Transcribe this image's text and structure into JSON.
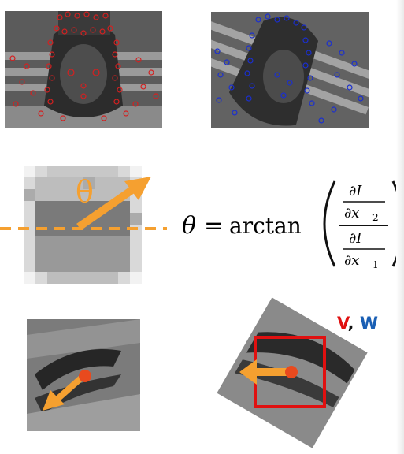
{
  "theta_symbol": "θ",
  "formula": {
    "lhs": "θ",
    "eq": "=",
    "func": "arctan",
    "num_top": "∂I",
    "num_bottom": "∂x",
    "num_sub": "2",
    "den_top": "∂I",
    "den_bottom": "∂x",
    "den_sub": "1"
  },
  "label_v": "V",
  "label_comma": ",",
  "label_w": "W",
  "colors": {
    "red_keypoints": "#d42020",
    "blue_keypoints": "#1a2fd0",
    "orange_arrow": "#f5a030",
    "red_box": "#e01010",
    "label_v": "#e01010",
    "label_w": "#1a5fb4"
  }
}
